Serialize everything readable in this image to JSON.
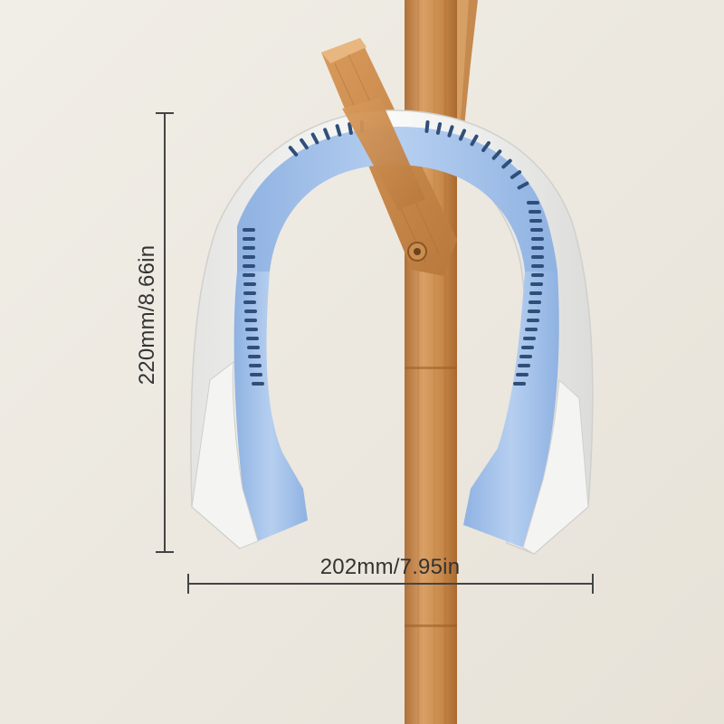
{
  "product_photo": {
    "subject": "neck-fan",
    "height_dimension_label": "220mm/8.66in",
    "width_dimension_label": "202mm/7.95in"
  },
  "colors": {
    "wall": "#ece8df",
    "fan_white": "#f2f2f0",
    "fan_blue": "#a9c6ec",
    "vent_dark": "#2f4f7a",
    "wood": "#c98a4a",
    "dimension_line": "#444444"
  }
}
